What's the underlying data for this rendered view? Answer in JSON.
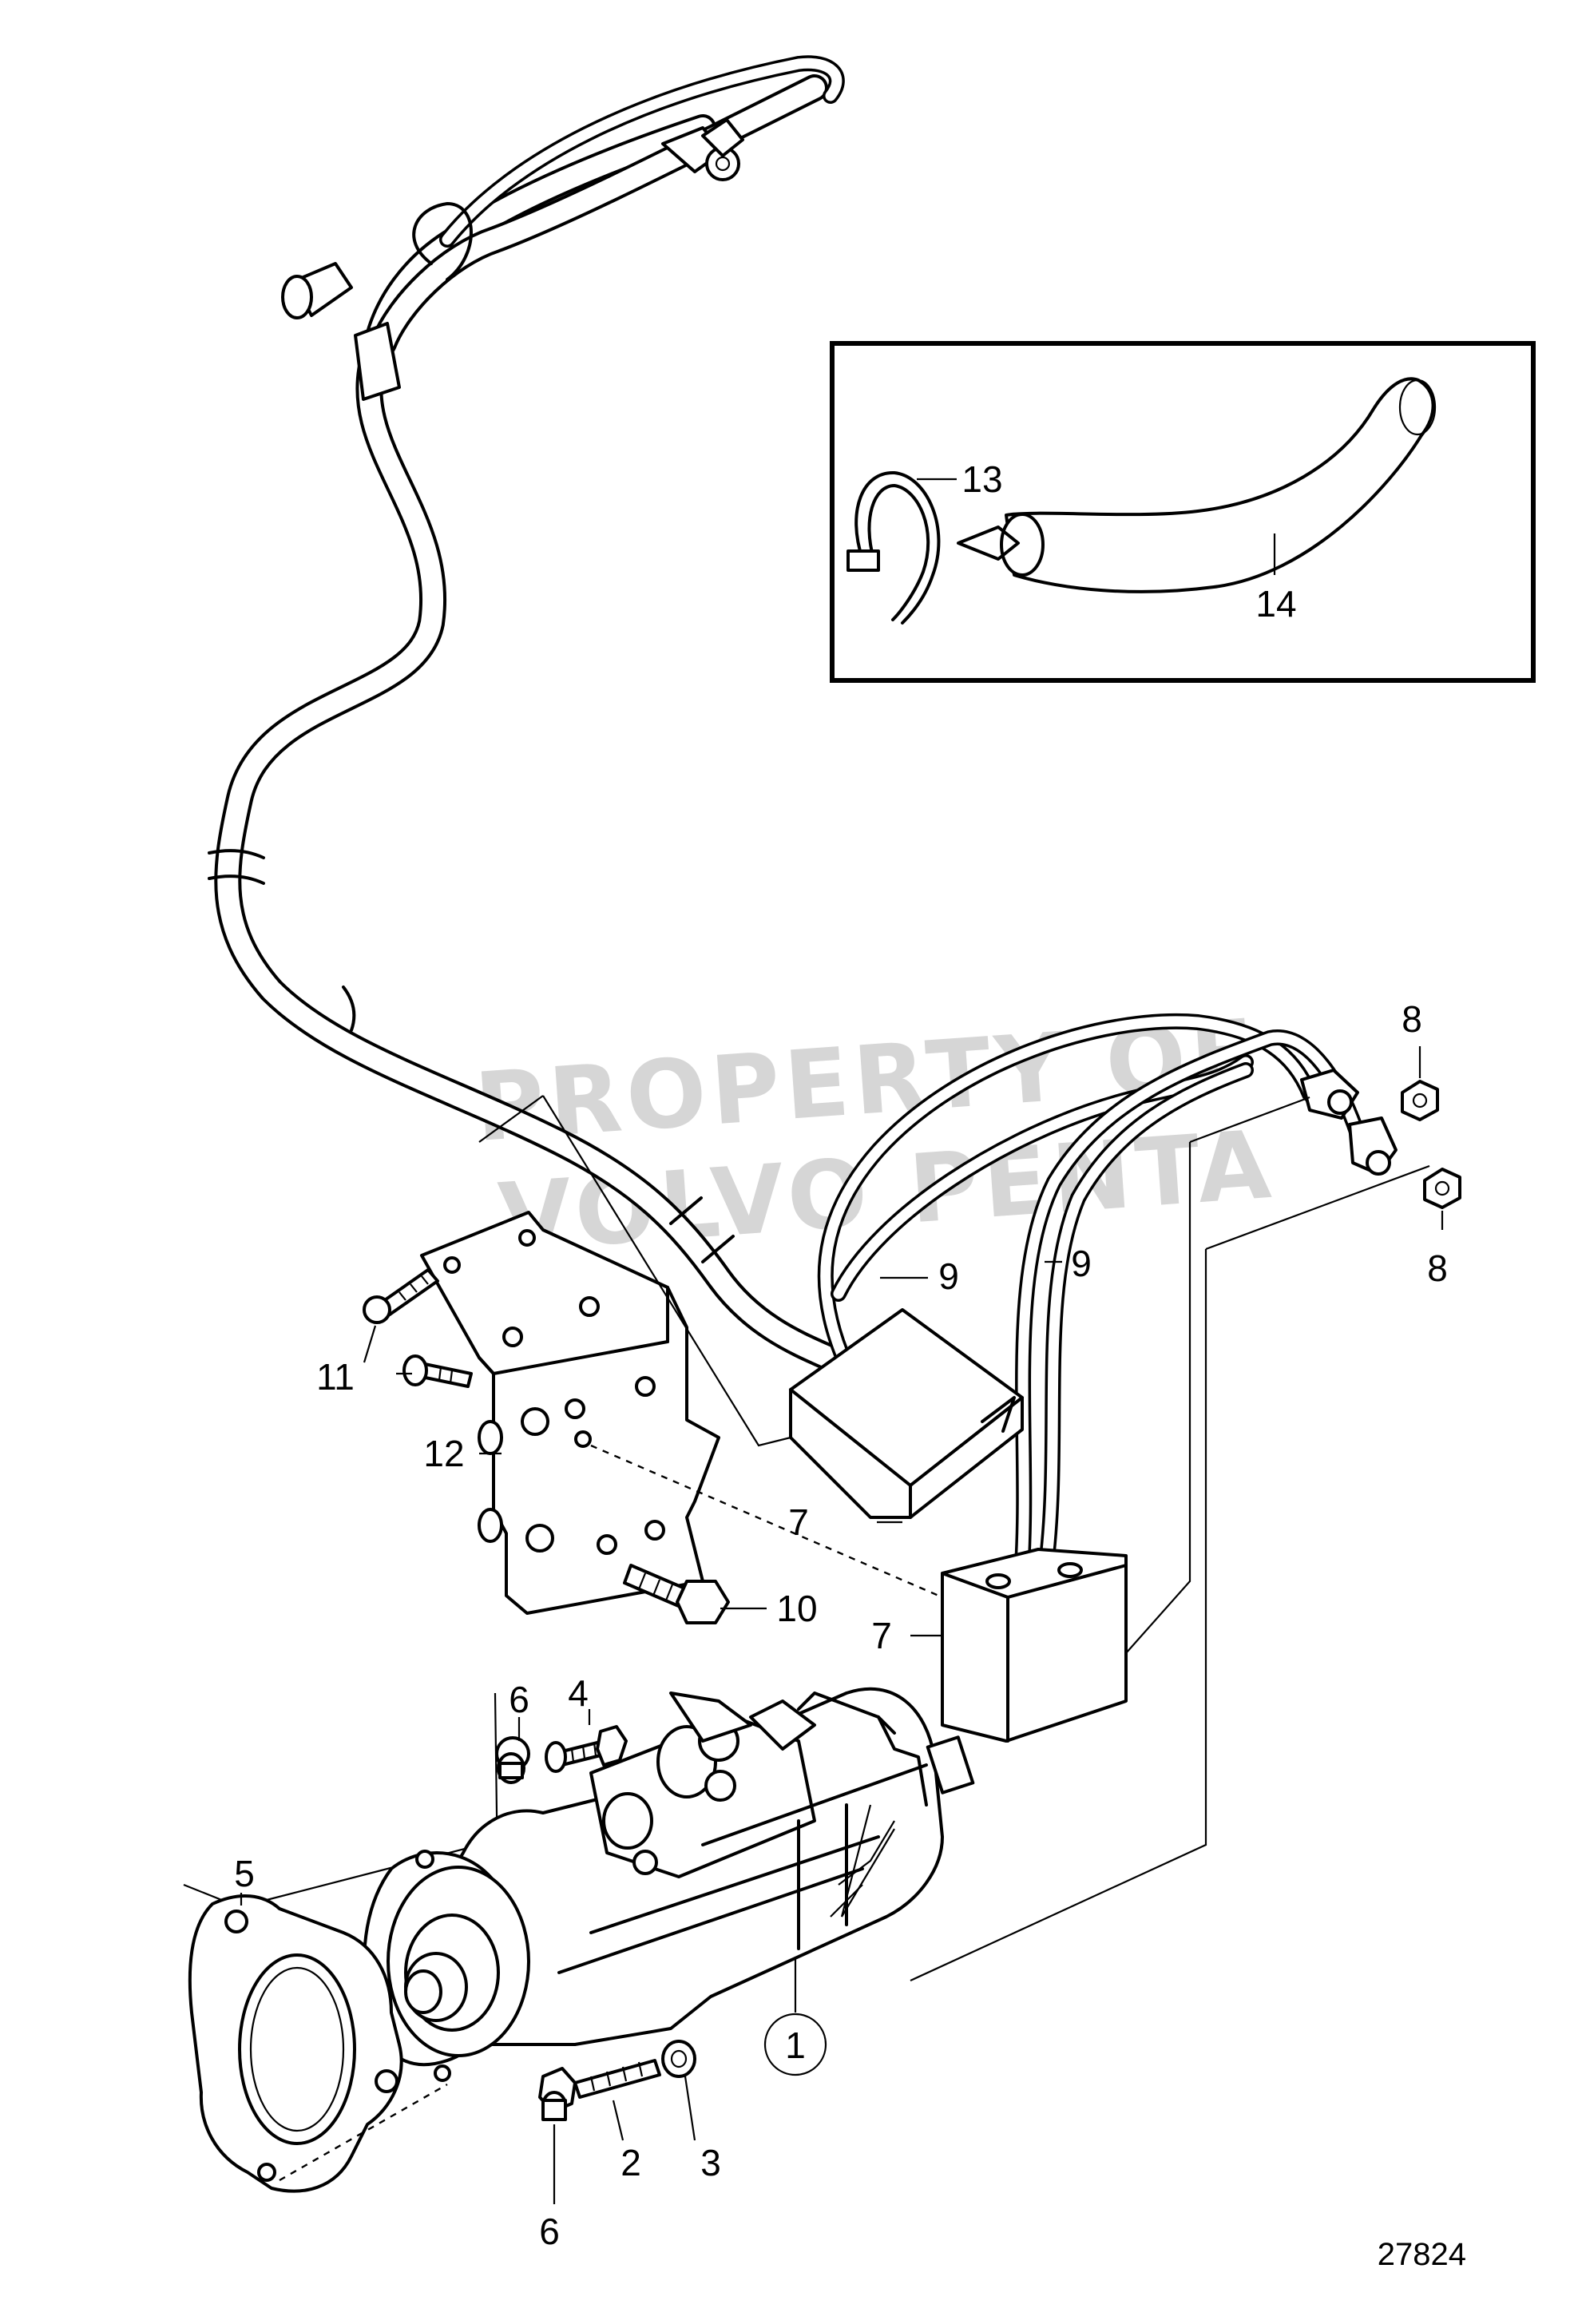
{
  "figure_number": "27824",
  "watermark": {
    "line1": "PROPERTY OF",
    "line2": "VOLVO PENTA"
  },
  "callouts": [
    {
      "id": "c1",
      "label": "1"
    },
    {
      "id": "c2",
      "label": "2"
    },
    {
      "id": "c3",
      "label": "3"
    },
    {
      "id": "c4",
      "label": "4"
    },
    {
      "id": "c5",
      "label": "5"
    },
    {
      "id": "c6a",
      "label": "6"
    },
    {
      "id": "c6b",
      "label": "6"
    },
    {
      "id": "c7a",
      "label": "7"
    },
    {
      "id": "c7b",
      "label": "7"
    },
    {
      "id": "c8a",
      "label": "8"
    },
    {
      "id": "c8b",
      "label": "8"
    },
    {
      "id": "c9a",
      "label": "9"
    },
    {
      "id": "c9b",
      "label": "9"
    },
    {
      "id": "c10",
      "label": "10"
    },
    {
      "id": "c11",
      "label": "11"
    },
    {
      "id": "c12",
      "label": "12"
    },
    {
      "id": "c13",
      "label": "13"
    },
    {
      "id": "c14",
      "label": "14"
    }
  ]
}
